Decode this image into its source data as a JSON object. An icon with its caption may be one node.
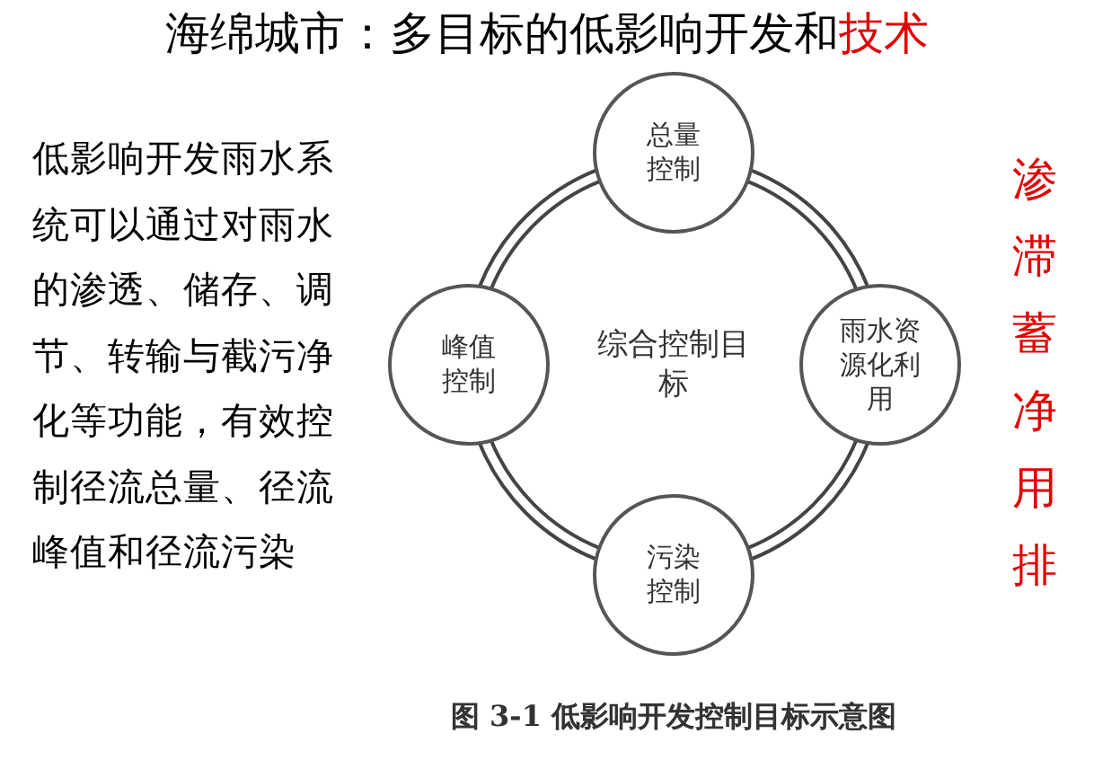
{
  "diagram": {
    "title": "海绵城市：多目标的低影响开发和技术",
    "caption": "图 3-1 低影响开发控制目标示意图",
    "nodes": [
      {
        "text": [
          "综合控制目标"
        ]
      },
      {
        "text": [
          "总量控制"
        ]
      },
      {
        "text": [
          "峰值控制"
        ]
      },
      {
        "text": [
          "雨水资源化利用"
        ]
      },
      {
        "text": [
          "污染控制"
        ]
      }
    ],
    "labels": [
      "低影响开发雨水系统可以通过对雨水的渗透、储存、调节、转输与截污净化等功能，有效控制径流总量、径流峰值和径流污染",
      "渗滞蓄净用排"
    ]
  }
}
